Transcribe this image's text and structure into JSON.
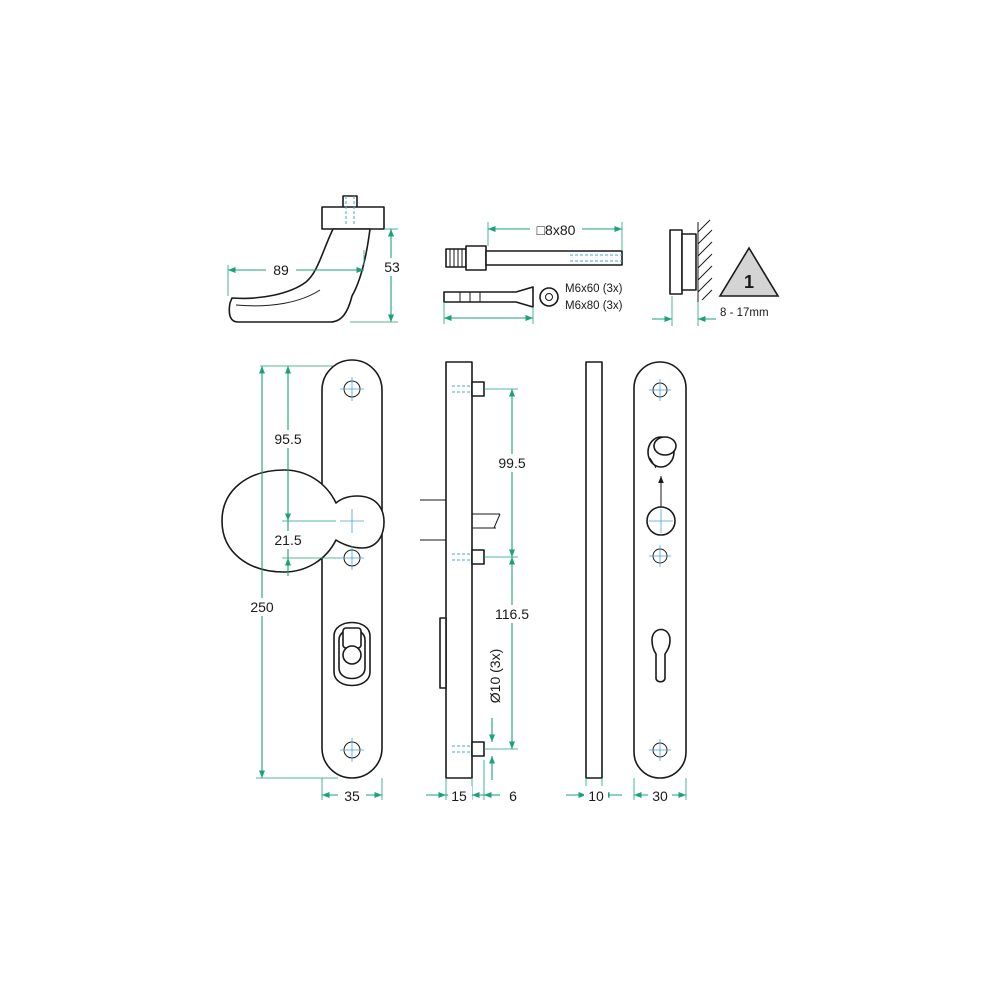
{
  "dimensions": {
    "handle_length": "89",
    "handle_height": "53",
    "spindle": "□8x80",
    "screw_m6x60": "M6x60 (3x)",
    "screw_m6x80": "M6x80 (3x)",
    "door_thickness": "8 - 17mm",
    "plate_height": "250",
    "top_to_spindle": "95.5",
    "spindle_to_screw": "21.5",
    "plate_width_front": "35",
    "bolt_spacing_top": "99.5",
    "bolt_spacing_bottom": "116.5",
    "bolt_diameter": "Ø10 (3x)",
    "plate_thickness": "15",
    "bolt_offset": "6",
    "back_plate_thickness": "10",
    "back_plate_width": "30"
  },
  "badge": {
    "number": "1"
  },
  "colors": {
    "dimension": "#1aa37a",
    "hidden": "#4aa3d8",
    "outline": "#1a1a1a"
  }
}
